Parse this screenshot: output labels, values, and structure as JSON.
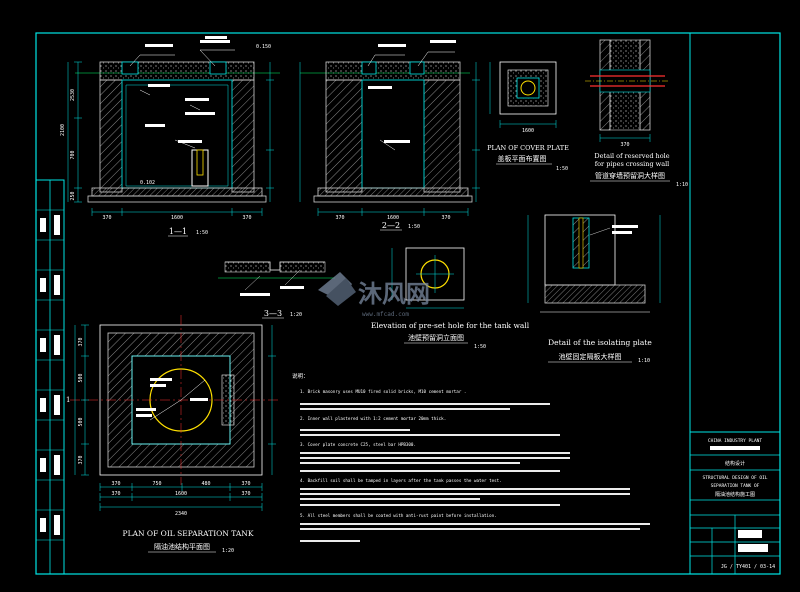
{
  "colors": {
    "background": "#000000",
    "frame": "#00e5e5",
    "hatch": "#9a9a9a",
    "concrete": "#00c8c8",
    "ground": "#00ff66",
    "callout_red": "#ff3030",
    "pipe_yellow": "#ffe000",
    "text": "#ffffff",
    "watermark": "#7a8aa0"
  },
  "section_1_1": {
    "title": "1—1",
    "scale": "1:50",
    "dims_bottom": [
      "370",
      "1600",
      "370"
    ],
    "dims_left": [
      "2100",
      "2530",
      "700",
      "250"
    ],
    "elev": "0.150",
    "bottom_level": "0.102"
  },
  "section_2_2": {
    "title": "2—2",
    "scale": "1:50",
    "dims_bottom": [
      "370",
      "1600",
      "370"
    ]
  },
  "section_3_3": {
    "title": "3—3",
    "scale": "1:20"
  },
  "cover_plate": {
    "title_en": "PLAN OF COVER PLATE",
    "title_cn": "盖板平面布置图",
    "scale": "1:50",
    "dim_bottom": "1600"
  },
  "reserved_hole": {
    "title_en_1": "Detail of reserved hole",
    "title_en_2": "for pipes crossing wall",
    "title_cn": "管道穿墙预留洞大样图",
    "scale": "1:10",
    "dim_bottom": "370"
  },
  "pre_set_hole": {
    "title_en": "Elevation of pre-set hole for the tank wall",
    "title_cn": "池壁预留洞立面图",
    "scale": "1:50"
  },
  "isolating_plate": {
    "title_en": "Detail of the isolating plate",
    "title_cn": "池壁固定隔板大样图",
    "scale": "1:10"
  },
  "plan": {
    "title_en": "PLAN OF OIL SEPARATION TANK",
    "title_cn": "隔油池结构平面图",
    "scale": "1:20",
    "dims_bottom_1": [
      "370",
      "750",
      "480",
      "370"
    ],
    "dims_bottom_2": [
      "370",
      "1600",
      "370"
    ],
    "dim_total": "2340",
    "dims_left": [
      "370",
      "500",
      "500",
      "370"
    ],
    "label_one": "1"
  },
  "notes": {
    "heading": "说明：",
    "lines": [
      "1. Brick masonry uses MU10 fired solid bricks, M10 cement mortar .",
      "2. Inner wall plastered with 1:2 cement mortar 20mm thick.",
      "3. Cover plate concrete C25, steel bar HPB300.",
      "4. Backfill soil shall be tamped in layers after the tank passes the water test.",
      "5. All steel members shall be coated with anti-rust paint before installation."
    ]
  },
  "title_block": {
    "company": "CHINA INDUSTRY PLANT",
    "design_label": "结构设计",
    "drawing_title_1": "STRUCTURAL DESIGN OF OIL",
    "drawing_title_2": "SEPARATION TANK OF",
    "drawing_title_cn": "隔油池结构施工图",
    "drawing_no": "JG / TY401 / 03-14"
  },
  "watermark": {
    "text": "沐风网",
    "url": "www.mfcad.com"
  }
}
